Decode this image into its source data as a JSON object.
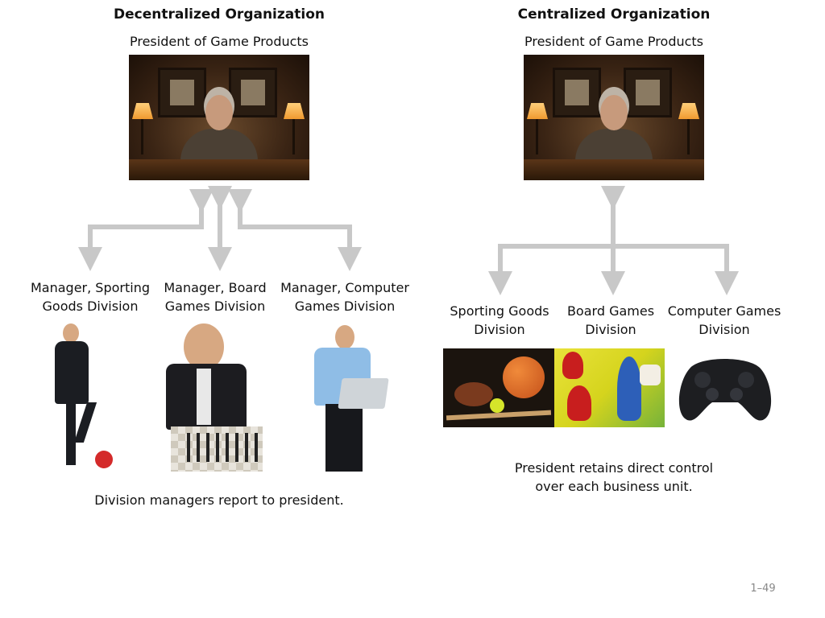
{
  "left": {
    "title": "Decentralized Organization",
    "president_label": "President of Game Products",
    "managers": [
      {
        "label": "Manager, Sporting\nGoods Division"
      },
      {
        "label": "Manager, Board\nGames Division"
      },
      {
        "label": "Manager, Computer\nGames Division"
      }
    ],
    "caption": "Division managers report to president."
  },
  "right": {
    "title": "Centralized Organization",
    "president_label": "President of Game Products",
    "divisions": [
      {
        "label": "Sporting Goods\nDivision"
      },
      {
        "label": "Board Games\nDivision"
      },
      {
        "label": "Computer Games\nDivision"
      }
    ],
    "caption": "President retains direct control\nover each business unit."
  },
  "page_number": "1–49",
  "colors": {
    "arrow": "#c8c8c8",
    "text": "#111111"
  }
}
